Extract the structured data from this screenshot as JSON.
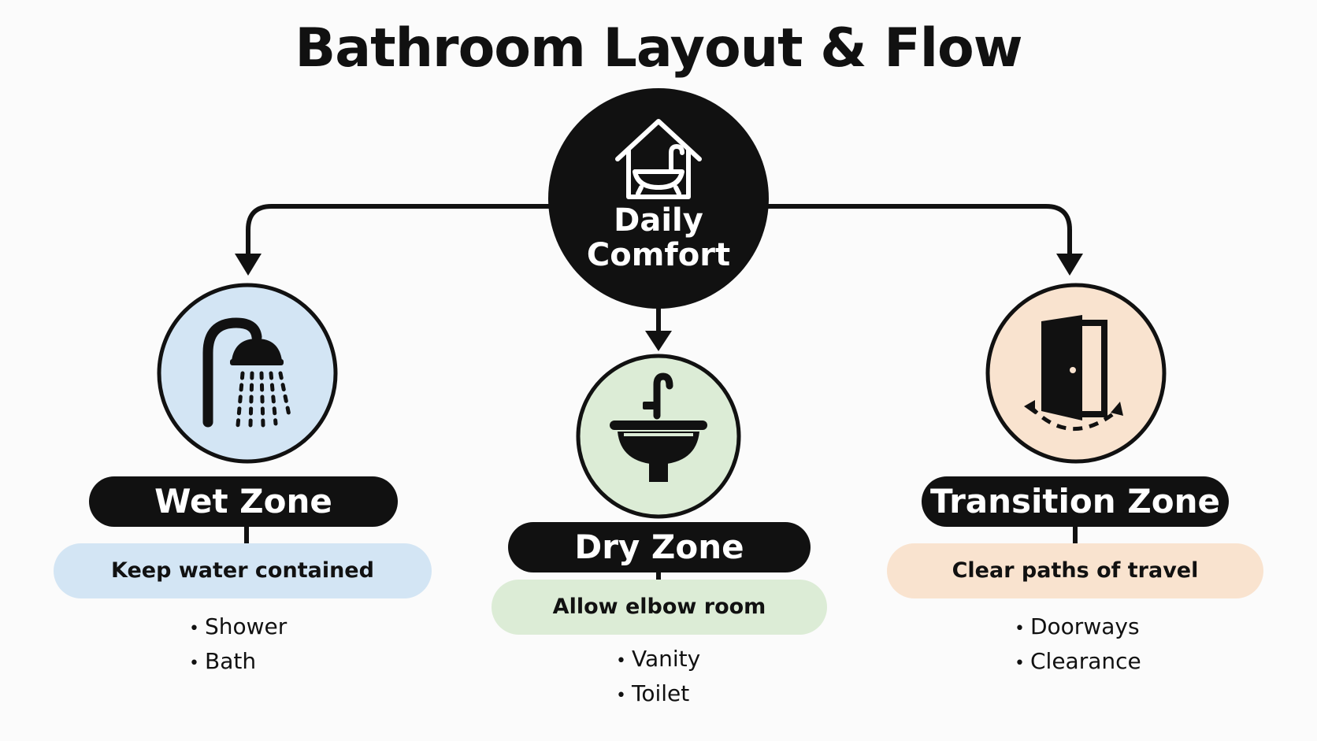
{
  "title": "Bathroom Layout & Flow",
  "center": {
    "label_line1": "Daily",
    "label_line2": "Comfort",
    "icon": "house-bathtub-icon"
  },
  "zones": [
    {
      "label": "Wet Zone",
      "goal": "Keep water contained",
      "items": [
        "Shower",
        "Bath"
      ],
      "icon": "shower-icon",
      "color": "#d3e5f4"
    },
    {
      "label": "Dry Zone",
      "goal": "Allow elbow room",
      "items": [
        "Vanity",
        "Toilet"
      ],
      "icon": "sink-icon",
      "color": "#dcecd6"
    },
    {
      "label": "Transition Zone",
      "goal": "Clear paths of travel",
      "items": [
        "Doorways",
        "Clearance"
      ],
      "icon": "door-icon",
      "color": "#f9e3cf"
    }
  ],
  "colors": {
    "dark": "#111111",
    "background": "#fbfbfb"
  }
}
